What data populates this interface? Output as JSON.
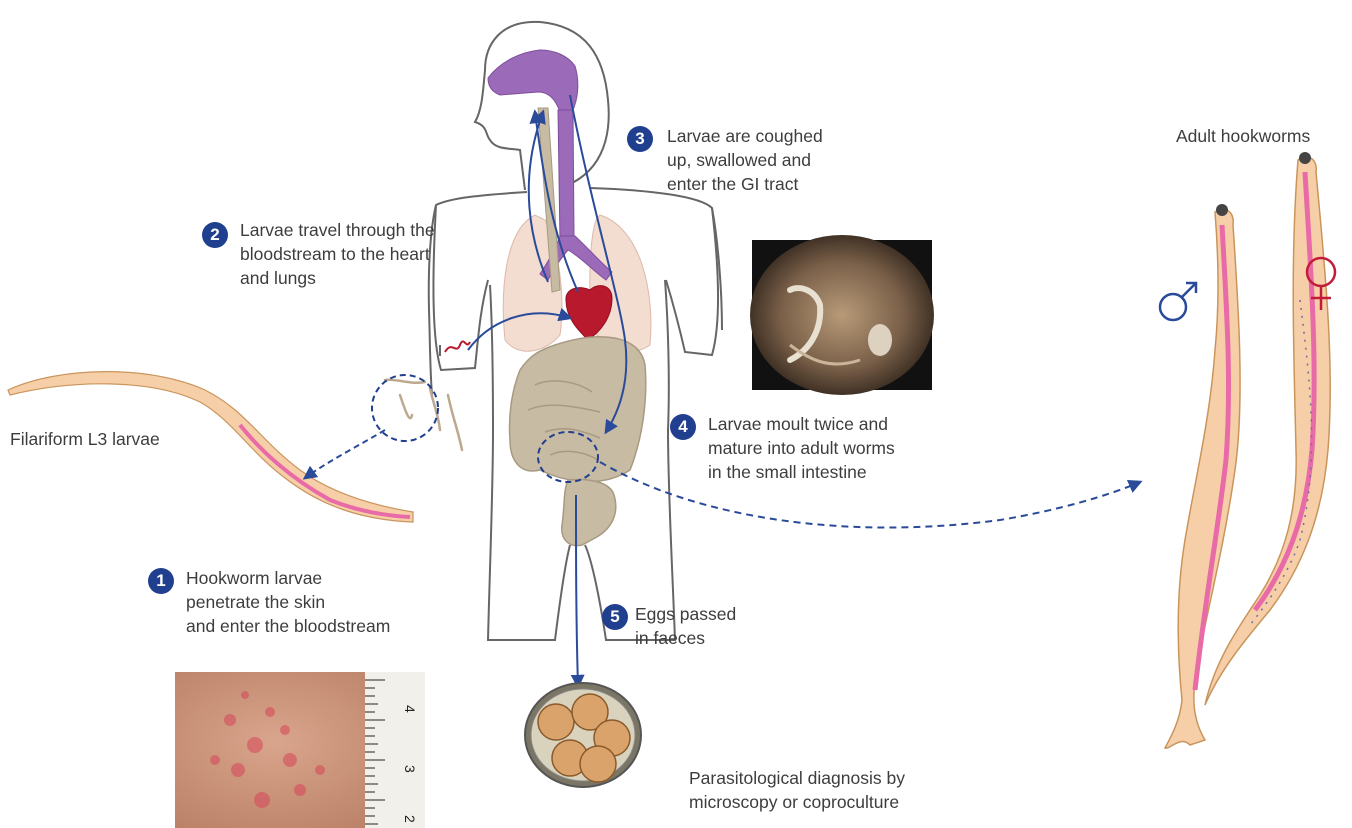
{
  "steps": [
    {
      "number": "1",
      "text": "Hookworm larvae\npenetrate the skin\nand enter the bloodstream"
    },
    {
      "number": "2",
      "text": "Larvae travel through the\nbloodstream to the heart\nand lungs"
    },
    {
      "number": "3",
      "text": "Larvae are coughed\nup, swallowed and\nenter the GI tract"
    },
    {
      "number": "4",
      "text": "Larvae moult twice and\nmature into adult worms\nin the small intestine"
    },
    {
      "number": "5",
      "text": "Eggs passed\nin faeces"
    }
  ],
  "labels": {
    "larvae": "Filariform L3 larvae",
    "adults": "Adult hookworms",
    "diagnosis": "Parasitological diagnosis by\nmicroscopy or coproculture"
  },
  "ruler_ticks": [
    "4",
    "3",
    "2"
  ],
  "symbols": {
    "male": "♂",
    "female": "♀"
  },
  "colors": {
    "badge": "#213f8f",
    "arrow": "#2a4a9a",
    "airway": "#9b6ab8",
    "lung": "#f3dcd0",
    "heart": "#b8192c",
    "intestine": "#c8bba3",
    "worm_body": "#f6cfa8",
    "worm_gut": "#e86aa6",
    "egg": "#d9a36b",
    "male_symbol": "#2a4a9a",
    "female_symbol": "#c21c3a"
  },
  "icons": [
    "male-symbol-icon",
    "female-symbol-icon"
  ]
}
